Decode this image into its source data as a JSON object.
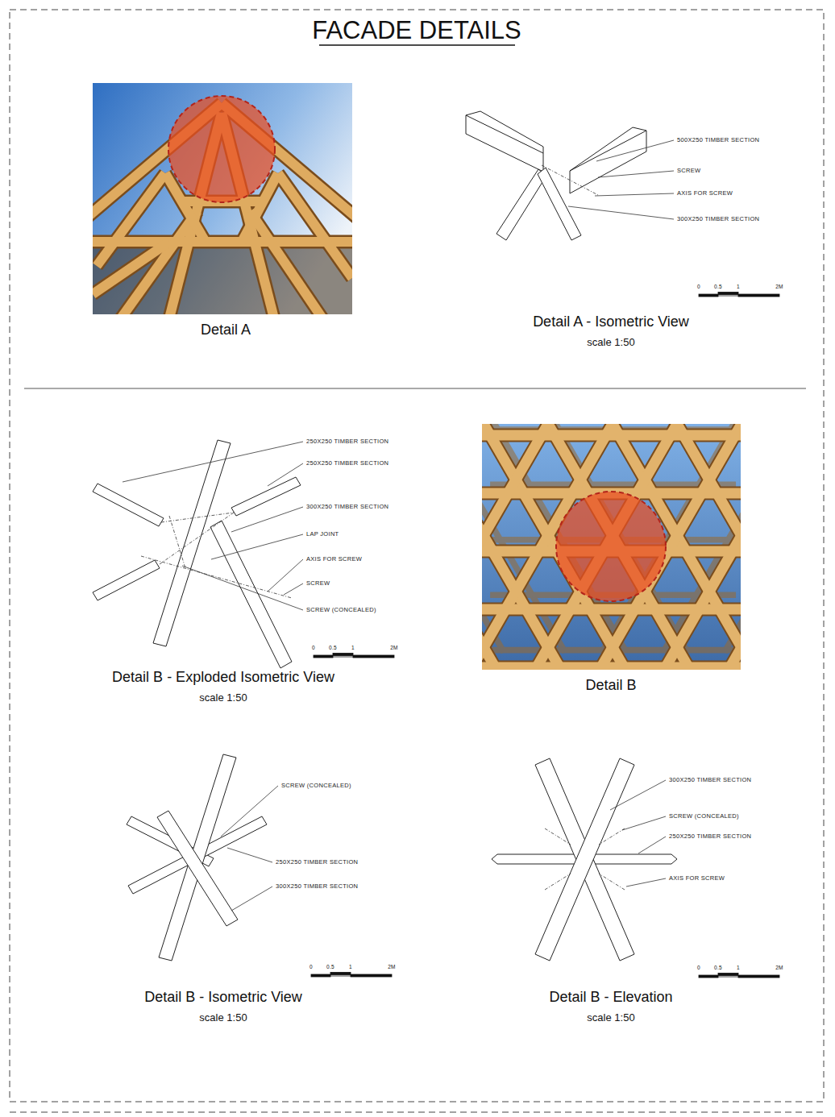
{
  "diagram": {
    "title": "FACADE DETAILS",
    "labels": [
      "Detail A",
      "500X250 TIMBER SECTION",
      "SCREW",
      "AXIS FOR SCREW",
      "300X250 TIMBER SECTION",
      "0",
      "0.5",
      "1",
      "2M",
      "Detail A - Isometric View",
      "scale 1:50",
      "250X250 TIMBER SECTION",
      "250X250 TIMBER SECTION",
      "300X250 TIMBER SECTION",
      "LAP JOINT",
      "AXIS FOR SCREW",
      "SCREW",
      "SCREW (CONCEALED)",
      "0",
      "0.5",
      "1",
      "2M",
      "Detail B - Exploded Isometric View",
      "scale 1:50",
      "Detail B",
      "SCREW (CONCEALED)",
      "250X250 TIMBER SECTION",
      "300X250 TIMBER SECTION",
      "0",
      "0.5",
      "1",
      "2M",
      "Detail B - Isometric View",
      "scale 1:50",
      "300X250 TIMBER SECTION",
      "SCREW (CONCEALED)",
      "250X250 TIMBER SECTION",
      "AXIS FOR SCREW",
      "0",
      "0.5",
      "1",
      "2M",
      "Detail B - Elevation",
      "scale 1:50"
    ]
  }
}
